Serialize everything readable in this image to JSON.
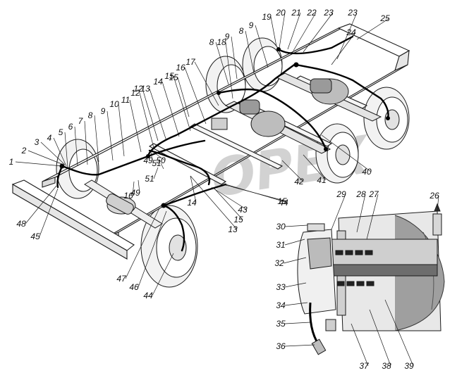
{
  "callouts": [
    "1",
    "2",
    "3",
    "4",
    "5",
    "6",
    "7",
    "8",
    "9",
    "10",
    "11",
    "12",
    "13",
    "14",
    "15",
    "16",
    "17",
    "18",
    "19",
    "20",
    "21",
    "22",
    "23",
    "24",
    "25",
    "26",
    "27",
    "28",
    "29",
    "30",
    "31",
    "32",
    "33",
    "34",
    "35",
    "36",
    "37",
    "38",
    "39",
    "40",
    "41",
    "42",
    "43",
    "44",
    "45",
    "46",
    "47",
    "48",
    "49",
    "50",
    "51"
  ],
  "watermark": "OPEX",
  "colors": {
    "line": "#1a1a1a",
    "hose": "#000000",
    "fill_light": "#f4f4f4",
    "fill_mid": "#d9d9d9",
    "fill_dark": "#8a8a8a",
    "watermark": "#c8c8c8"
  }
}
